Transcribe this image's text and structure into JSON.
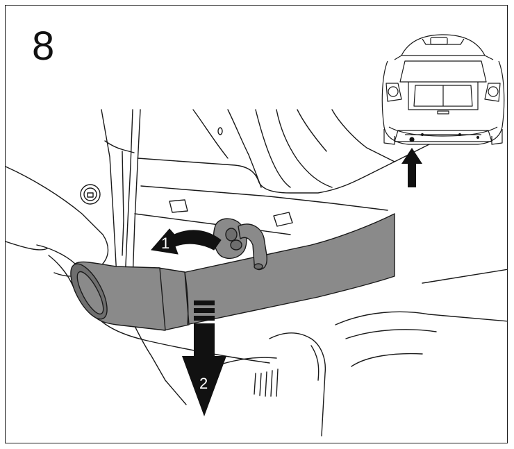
{
  "step": {
    "number": "8"
  },
  "callouts": {
    "first": "1",
    "second": "2"
  },
  "colors": {
    "line": "#1a1a1a",
    "hose": "#8a8a8a",
    "hose_dark": "#6e6e6e",
    "arrow": "#111111",
    "background": "#ffffff"
  },
  "icons": {
    "rotate_arrow": "curved-arrow-icon",
    "pull_arrow": "down-arrow-icon",
    "locator_arrow": "up-arrow-icon"
  }
}
